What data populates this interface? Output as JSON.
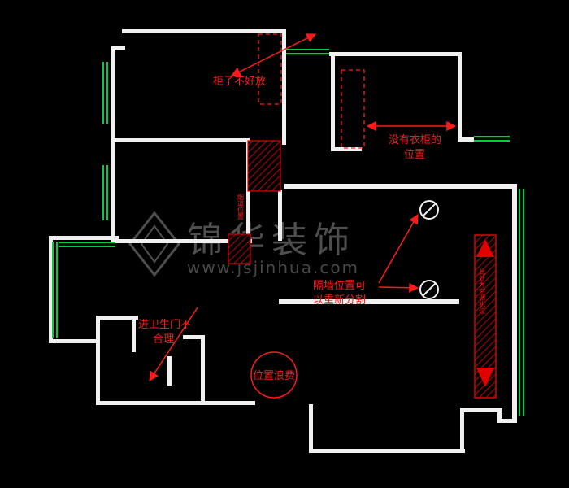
{
  "colors": {
    "background": "#000000",
    "wall": "#f0f0f0",
    "window": "#00cc44",
    "annotation": "#ff1a1a",
    "hatch": "#e00000",
    "watermark": "#5c5c5c"
  },
  "watermark": {
    "brand": "锦华装饰",
    "url": "www.jsjinhua.com"
  },
  "labels": {
    "cabinet_note": "柜子不好放",
    "wardrobe_note_line1": "没有衣柜的",
    "wardrobe_note_line2": "位置",
    "partition_note_line1": "隔墙位置可",
    "partition_note_line2": "以重新分割",
    "bathroom_note_line1": "进卫生门不",
    "bathroom_note_line2": "合理",
    "waste_note": "位置浪费",
    "flue_note": "烟道位置",
    "duct_note": "此处为空调机位"
  }
}
